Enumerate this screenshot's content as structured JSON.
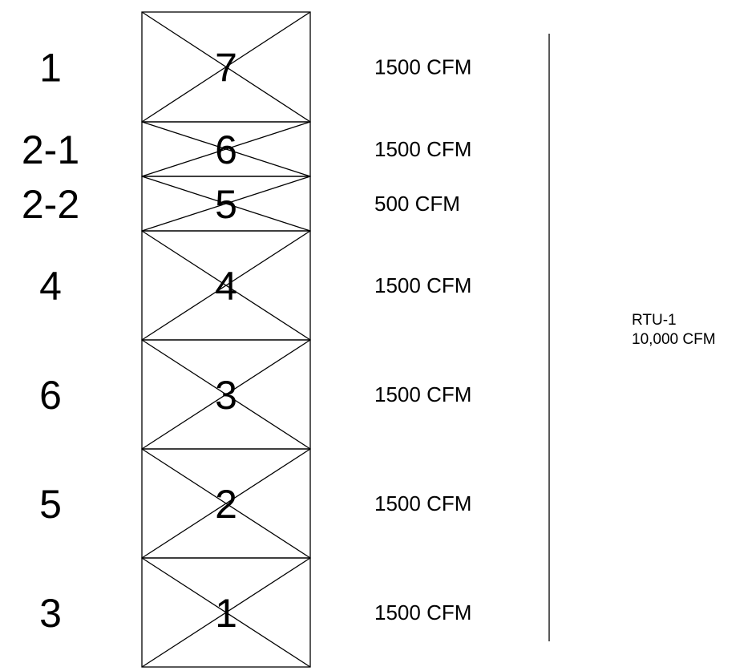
{
  "segments": [
    {
      "room": "1",
      "number": "7",
      "airflow": "1500 CFM"
    },
    {
      "room": "2-1",
      "number": "6",
      "airflow": "1500 CFM"
    },
    {
      "room": "2-2",
      "number": "5",
      "airflow": "500 CFM"
    },
    {
      "room": "4",
      "number": "4",
      "airflow": "1500 CFM"
    },
    {
      "room": "6",
      "number": "3",
      "airflow": "1500 CFM"
    },
    {
      "room": "5",
      "number": "2",
      "airflow": "1500 CFM"
    },
    {
      "room": "3",
      "number": "1",
      "airflow": "1500 CFM"
    }
  ],
  "unit": {
    "name": "RTU-1",
    "airflow": "10,000 CFM"
  }
}
